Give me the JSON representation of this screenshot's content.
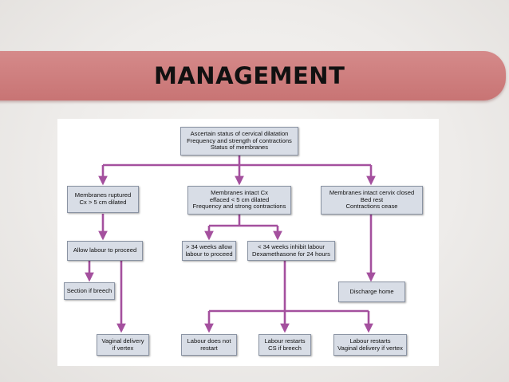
{
  "slide": {
    "title": "MANAGEMENT"
  },
  "flowchart": {
    "nodes": {
      "root": "Ascertain status of cervical dilatation\nFrequency and strength of contractions\nStatus of membranes",
      "ruptured": "Membranes ruptured\nCx > 5 cm dilated",
      "intact_effaced": "Membranes intact Cx\neffaced < 5 cm dilated\nFrequency and strong contractions",
      "intact_closed": "Membranes intact cervix closed\nBed rest\nContractions cease",
      "allow_labour": "Allow labour to proceed",
      "over34": "> 34 weeks allow\nlabour to proceed",
      "under34": "< 34 weeks inhibit labour\nDexamethasone for 24 hours",
      "section_breech": "Section if breech",
      "discharge": "Discharge home",
      "vaginal_vertex": "Vaginal delivery\nif vertex",
      "no_restart": "Labour does not\nrestart",
      "restart_cs": "Labour restarts\nCS if breech",
      "restart_vaginal": "Labour restarts\nVaginal delivery if vertex"
    },
    "colors": {
      "connector": "#a4509e",
      "node_fill": "#d8dde6",
      "node_border": "#8a93a3",
      "title_band": "#cd7d7d"
    }
  }
}
